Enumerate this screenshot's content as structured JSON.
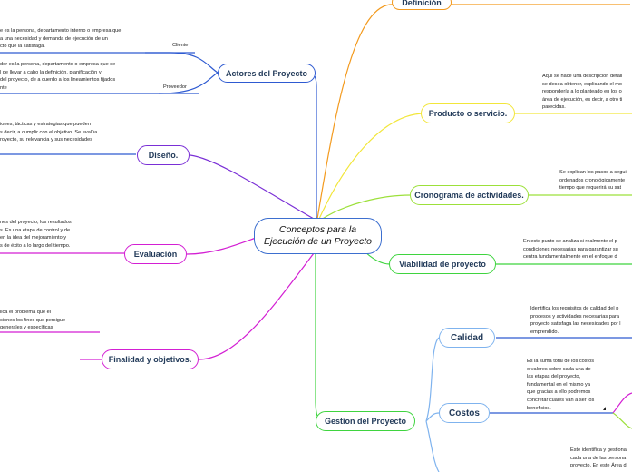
{
  "colors": {
    "orange": "#f39a1e",
    "yellow": "#f2e63a",
    "lime": "#9ce03a",
    "green": "#3fd43f",
    "blue": "#2e5ad1",
    "purple": "#7a2fd6",
    "magenta": "#d31fd3",
    "center_border": "#3d6fcf",
    "light_blue": "#7fb3ee"
  },
  "center": {
    "line1": "Conceptos para la",
    "line2": "Ejecución de un Proyecto"
  },
  "topics": {
    "definicion": "Definición",
    "actores": "Actores del Proyecto",
    "producto": "Producto o servicio.",
    "diseno": "Diseño.",
    "cronograma": "Cronograma de actividades.",
    "viabilidad": "Viabilidad de proyecto",
    "evaluacion": "Evaluación",
    "finalidad": "Finalidad y objetivos.",
    "gestion": "Gestion del Proyecto",
    "calidad": "Calidad",
    "costos": "Costos"
  },
  "subtopics": {
    "cliente": "Cliente",
    "proveedor": "Proveedor"
  },
  "notes": {
    "cliente": [
      "e es la persona, departamento interno o empresa que",
      "a una necesidad y demanda de ejecución de un",
      "cto que la satisfaga."
    ],
    "proveedor": [
      "dor es la persona, departamento o empresa que se",
      "l de llevar a cabo la definición, planificación y",
      "del proyecto, de a cuerdo a los lineamientos fijados",
      "nte"
    ],
    "diseno": [
      "iones, tácticas y estrategias que pueden",
      "s decir, a cumplir con el objetivo. Se evalúa",
      "royecto, su relevancia y sus necesidades"
    ],
    "evaluacion": [
      "nes del proyecto, los resultados",
      "s. Es una etapa de control y de",
      "en la idea del mejoramiento y",
      "s de éxito a lo largo del tiempo."
    ],
    "finalidad": [
      "lica el problema que el",
      "ciones los fines que persigue",
      "generales y específicas"
    ],
    "producto": [
      "Aquí se hace una descripción detall",
      "se desea obtener, explicando el mo",
      "respondería a lo planteado en los o",
      "área de ejecución, es decir, a otro ti",
      "parecidas."
    ],
    "cronograma": [
      "Se explican los pasos a segui",
      "ordenados cronológicamente",
      "tiempo que requerirá su sat"
    ],
    "viabilidad": [
      "En este punto se analiza si realmente  el p",
      "condiciones  necesarias para garantizar su",
      "centra fundamentalmente en el enfoque d"
    ],
    "calidad": [
      "Identifica los requisitos de calidad del p",
      "procesos y actividades necesarias para",
      "proyecto satisfaga las necesidades por l",
      "emprendido."
    ],
    "costos": [
      "Es la suma total de los costos",
      "o valores sobre cada una de",
      "las etapas del proyecto,",
      "fundamental en el mismo ya",
      "que gracias a ello podremos",
      "concretar cuales van a ser los",
      "beneficios."
    ],
    "gestion_extra": [
      "Este identifica y gestiona",
      "cada una de las persona",
      "proyecto. En este Área d"
    ]
  }
}
